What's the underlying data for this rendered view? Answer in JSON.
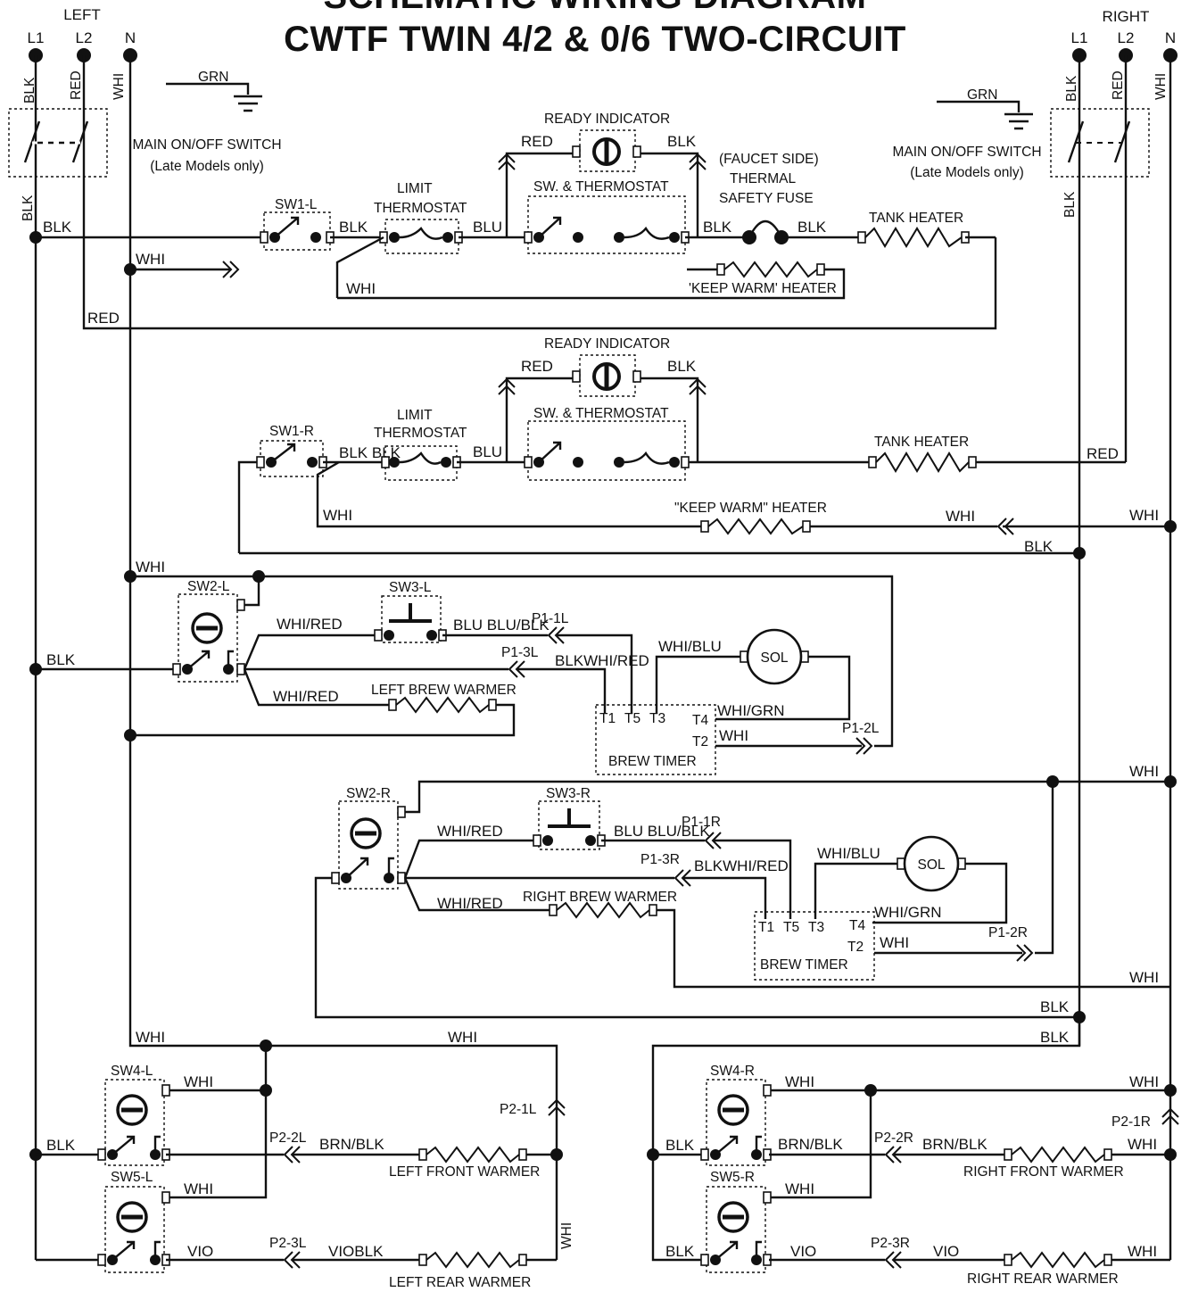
{
  "title": {
    "line1": "SCHEMATIC WIRING DIAGRAM",
    "line2": "CWTF TWIN 4/2 & 0/6 TWO-CIRCUIT"
  },
  "supply": {
    "left_label": "LEFT",
    "right_label": "RIGHT",
    "l1": "L1",
    "l2": "L2",
    "n": "N",
    "grn": "GRN",
    "main_switch": "MAIN ON/OFF SWITCH",
    "late_models": "(Late Models only)"
  },
  "wires": {
    "blk": "BLK",
    "red": "RED",
    "whi": "WHI",
    "blu": "BLU",
    "whi_red": "WHI/RED",
    "whi_blu": "WHI/BLU",
    "whi_grn": "WHI/GRN",
    "blu_blu_blk": "BLU BLU/BLK",
    "blkwhi_red": "BLKWHI/RED",
    "brn_blk": "BRN/BLK",
    "vio": "VIO",
    "vioblk": "VIOBLK",
    "blk_blk": "BLK BLK"
  },
  "components": {
    "ready_indicator": "READY INDICATOR",
    "sw_thermostat": "SW. & THERMOSTAT",
    "limit": "LIMIT",
    "thermostat": "THERMOSTAT",
    "faucet_side": "(FAUCET SIDE)",
    "thermal": "THERMAL",
    "safety_fuse": "SAFETY FUSE",
    "tank_heater": "TANK HEATER",
    "keep_warm": "'KEEP WARM' HEATER",
    "keep_warm_r": "\"KEEP WARM\" HEATER",
    "sw1l": "SW1-L",
    "sw1r": "SW1-R",
    "sw2l": "SW2-L",
    "sw3l": "SW3-L",
    "sw2r": "SW2-R",
    "sw3r": "SW3-R",
    "sw4l": "SW4-L",
    "sw5l": "SW5-L",
    "sw4r": "SW4-R",
    "sw5r": "SW5-R",
    "sol": "SOL",
    "brew_timer": "BREW TIMER",
    "t1": "T1",
    "t5": "T5",
    "t3": "T3",
    "t4": "T4",
    "t2": "T2",
    "left_brew_warmer": "LEFT BREW WARMER",
    "right_brew_warmer": "RIGHT BREW WARMER",
    "left_front_warmer": "LEFT FRONT  WARMER",
    "left_rear_warmer": "LEFT  REAR  WARMER",
    "right_front_warmer": "RIGHT FRONT  WARMER",
    "right_rear_warmer": "RIGHT  REAR  WARMER"
  },
  "plugs": {
    "p1_1l": "P1-1L",
    "p1_2l": "P1-2L",
    "p1_3l": "P1-3L",
    "p1_1r": "P1-1R",
    "p1_2r": "P1-2R",
    "p1_3r": "P1-3R",
    "p2_1l": "P2-1L",
    "p2_2l": "P2-2L",
    "p2_3l": "P2-3L",
    "p2_1r": "P2-1R",
    "p2_2r": "P2-2R",
    "p2_3r": "P2-3R"
  }
}
